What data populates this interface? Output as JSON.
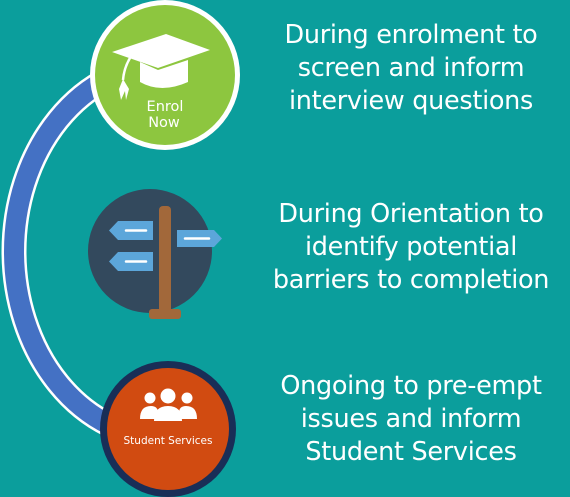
{
  "colors": {
    "background": "#0B9E9C",
    "text": "#FFFFFF",
    "connector_arc": "#4471C4",
    "enrol_circle": "#8DC63F",
    "orientation_circle": "#33495D",
    "signpost": "#A2683A",
    "signpost_arrows": "#5CA6DA",
    "student_services_circle": "#D14B11",
    "student_services_ring": "#192E57"
  },
  "steps": [
    {
      "icon": "graduation-cap-icon",
      "badge_lines": [
        "Enrol",
        "Now"
      ],
      "text_lines": [
        "During enrolment to",
        "screen and inform",
        "interview questions"
      ]
    },
    {
      "icon": "signpost-icon",
      "text_lines": [
        "During Orientation to",
        "identify potential",
        "barriers to completion"
      ]
    },
    {
      "icon": "group-of-people-icon",
      "badge_label": "Student Services",
      "text_lines": [
        "Ongoing to pre-empt",
        "issues and inform",
        "Student Services"
      ]
    }
  ]
}
